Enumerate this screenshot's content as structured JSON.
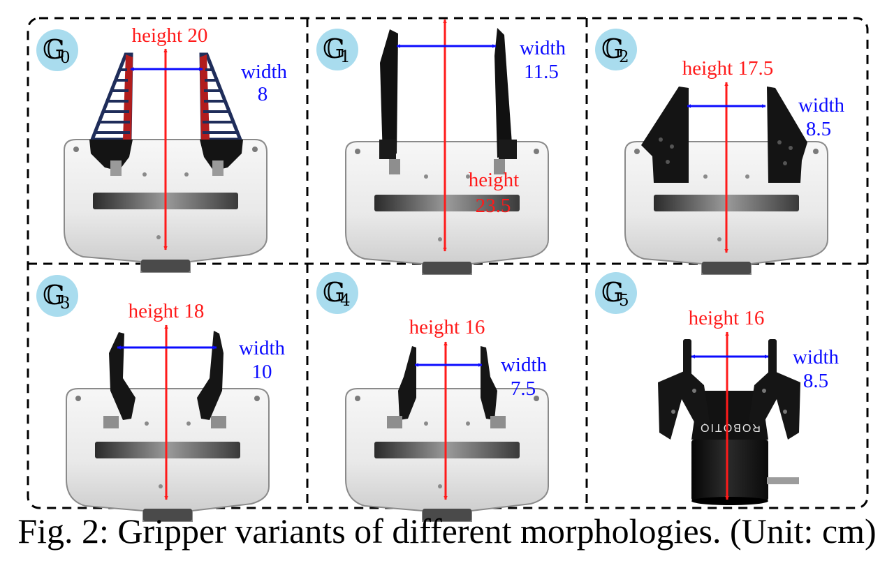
{
  "figure": {
    "caption": "Fig. 2: Gripper variants of different morphologies. (Unit: cm)",
    "colors": {
      "height_arrow": "#ff1a1a",
      "width_arrow": "#0b0bff",
      "badge": "#a9dcee",
      "frame": "#000000"
    },
    "panels": [
      {
        "id": "G0",
        "glyph": "𝔾",
        "subscript": "0",
        "style": "white-body-fin-ray",
        "height_label": "height 20",
        "height_value": 20,
        "width_label": "width",
        "width_text": "8",
        "width_value": 8
      },
      {
        "id": "G1",
        "glyph": "𝔾",
        "subscript": "1",
        "style": "white-body-long-fingers",
        "height_label": "height",
        "height_text": "23.5",
        "height_value": 23.5,
        "width_label": "width",
        "width_text": "11.5",
        "width_value": 11.5
      },
      {
        "id": "G2",
        "glyph": "𝔾",
        "subscript": "2",
        "style": "white-body-wide-jaws",
        "height_label": "height 17.5",
        "height_value": 17.5,
        "width_label": "width",
        "width_text": "8.5",
        "width_value": 8.5
      },
      {
        "id": "G3",
        "glyph": "𝔾",
        "subscript": "3",
        "style": "white-body-bent-fingers",
        "height_label": "height 18",
        "height_value": 18,
        "width_label": "width",
        "width_text": "10",
        "width_value": 10
      },
      {
        "id": "G4",
        "glyph": "𝔾",
        "subscript": "4",
        "style": "white-body-short-fingers",
        "height_label": "height 16",
        "height_value": 16,
        "width_label": "width",
        "width_text": "7.5",
        "width_value": 7.5
      },
      {
        "id": "G5",
        "glyph": "𝔾",
        "subscript": "5",
        "style": "black-cylinder-robotiq",
        "height_label": "height 16",
        "height_value": 16,
        "width_label": "width",
        "width_text": "8.5",
        "width_value": 8.5,
        "brand_text": "ROBOTIQ"
      }
    ]
  }
}
